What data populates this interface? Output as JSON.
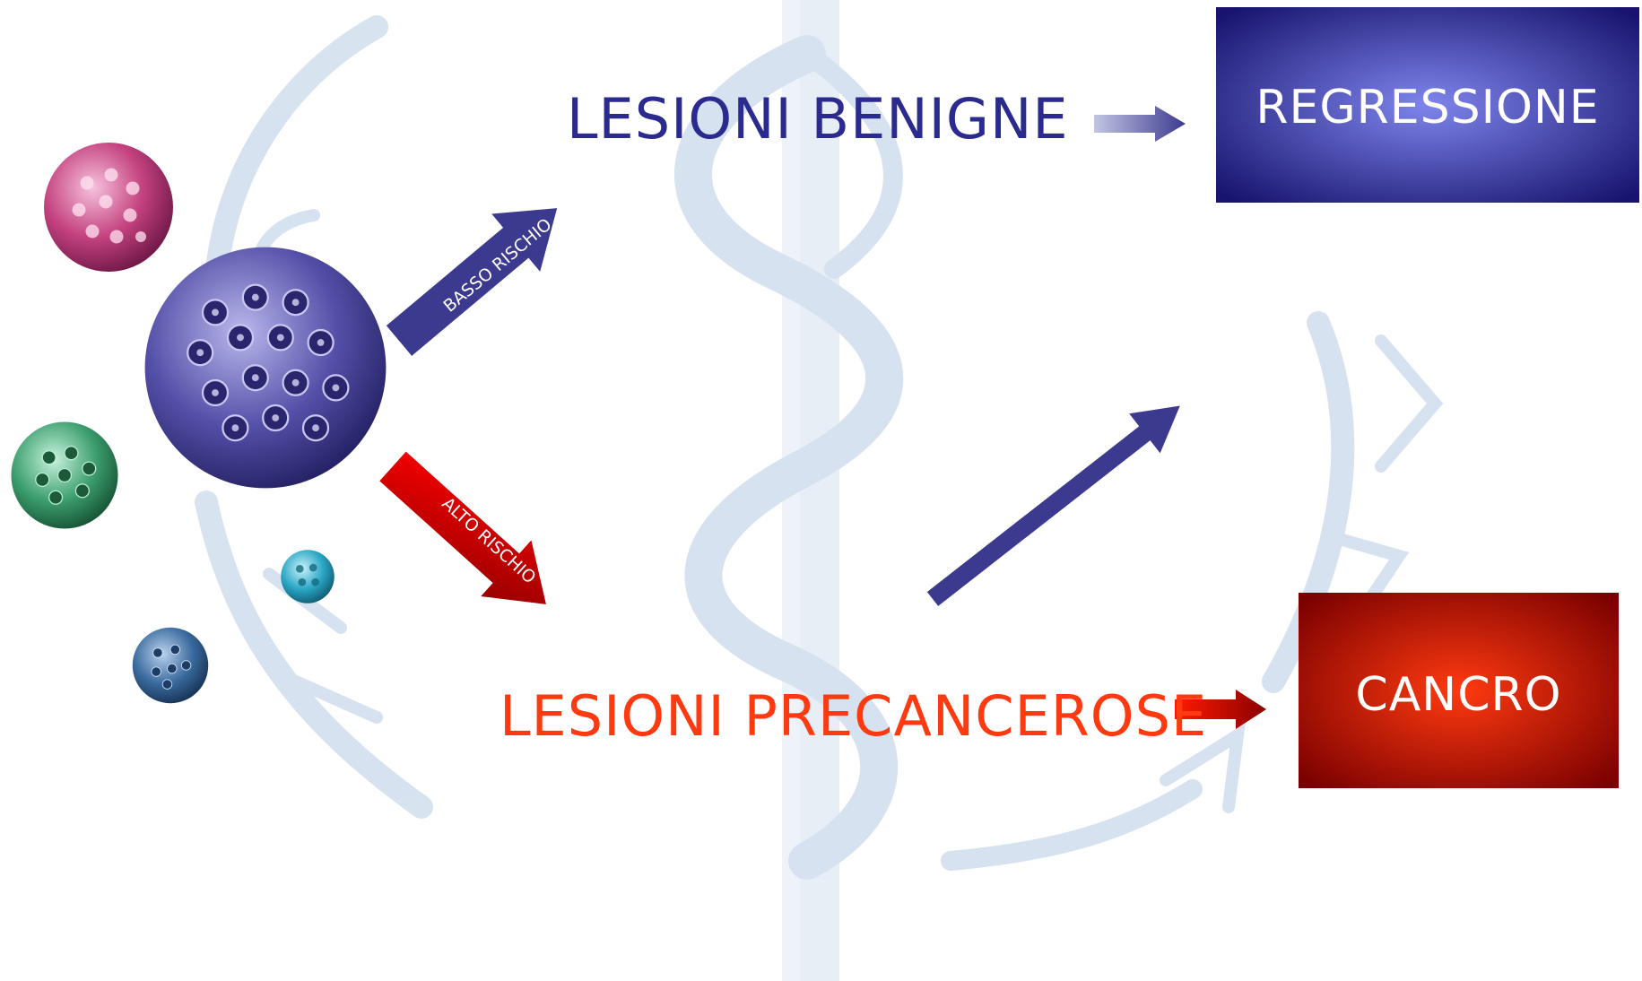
{
  "nodes": {
    "benign": {
      "label": "LESIONI BENIGNE",
      "color": "#2b2a8f"
    },
    "precancer": {
      "label": "LESIONI PRECANCEROSE",
      "color": "#ff3a10"
    },
    "regression": {
      "label": "REGRESSIONE",
      "color_dark": "#17136e",
      "color_light": "#7f85ec"
    },
    "cancer": {
      "label": "CANCRO",
      "color_dark": "#7a0000",
      "color_light": "#ff3a10"
    }
  },
  "edges": {
    "low_risk": {
      "label": "BASSO RISCHIO",
      "color": "#3c3a8e"
    },
    "high_risk": {
      "label": "ALTO RISCHIO",
      "color": "#e00000"
    }
  },
  "colors": {
    "watermark": "#c9d9ea"
  },
  "icons": [
    "hpv-virus-icon"
  ]
}
